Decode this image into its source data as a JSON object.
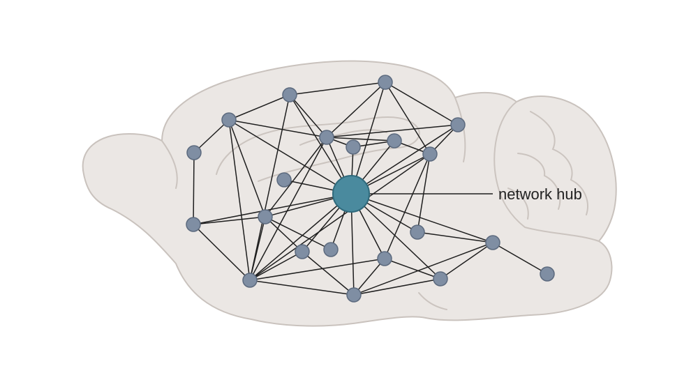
{
  "colors": {
    "brain_fill": "#ebe7e4",
    "brain_stroke": "#c9c2bd",
    "fold_stroke": "#cbc4bf",
    "edge": "#1e1e1e",
    "node_fill": "#7f8ea3",
    "node_stroke": "#5c6a7e",
    "hub_fill": "#4a8a9e",
    "hub_stroke": "#2f6a7c"
  },
  "hub_label": "network hub",
  "nodes": [
    {
      "id": "hub",
      "role": "hub"
    },
    {
      "id": "n1",
      "role": "node"
    },
    {
      "id": "n2",
      "role": "node"
    },
    {
      "id": "n3",
      "role": "node"
    },
    {
      "id": "n4",
      "role": "node"
    },
    {
      "id": "n5",
      "role": "node"
    },
    {
      "id": "n6",
      "role": "node"
    },
    {
      "id": "n7",
      "role": "node"
    },
    {
      "id": "n8",
      "role": "node"
    },
    {
      "id": "n9",
      "role": "node"
    },
    {
      "id": "n10",
      "role": "node"
    },
    {
      "id": "n11",
      "role": "node"
    },
    {
      "id": "n12",
      "role": "node"
    },
    {
      "id": "n13",
      "role": "node"
    },
    {
      "id": "n14",
      "role": "node"
    },
    {
      "id": "n15",
      "role": "node"
    },
    {
      "id": "n16",
      "role": "node"
    },
    {
      "id": "n17",
      "role": "node"
    },
    {
      "id": "n18",
      "role": "node"
    },
    {
      "id": "n19",
      "role": "node"
    },
    {
      "id": "n20",
      "role": "node"
    },
    {
      "id": "n21",
      "role": "node"
    }
  ],
  "edges": [
    [
      "hub",
      "n1"
    ],
    [
      "hub",
      "n2"
    ],
    [
      "hub",
      "n3"
    ],
    [
      "hub",
      "n4"
    ],
    [
      "hub",
      "n5"
    ],
    [
      "hub",
      "n6"
    ],
    [
      "hub",
      "n7"
    ],
    [
      "hub",
      "n8"
    ],
    [
      "hub",
      "n9"
    ],
    [
      "hub",
      "n11"
    ],
    [
      "hub",
      "n12"
    ],
    [
      "hub",
      "n13"
    ],
    [
      "hub",
      "n14"
    ],
    [
      "hub",
      "n15"
    ],
    [
      "hub",
      "n16"
    ],
    [
      "hub",
      "n17"
    ],
    [
      "hub",
      "n18"
    ],
    [
      "hub",
      "n19"
    ],
    [
      "hub",
      "n20"
    ],
    [
      "n1",
      "n2"
    ],
    [
      "n1",
      "n3"
    ],
    [
      "n1",
      "n7"
    ],
    [
      "n1",
      "n8"
    ],
    [
      "n2",
      "n5"
    ],
    [
      "n2",
      "n6"
    ],
    [
      "n3",
      "n4"
    ],
    [
      "n3",
      "n5"
    ],
    [
      "n3",
      "n8"
    ],
    [
      "n3",
      "n17"
    ],
    [
      "n4",
      "n6"
    ],
    [
      "n4",
      "n7"
    ],
    [
      "n5",
      "n6"
    ],
    [
      "n5",
      "n17"
    ],
    [
      "n5",
      "n12"
    ],
    [
      "n6",
      "n7"
    ],
    [
      "n6",
      "n12"
    ],
    [
      "n7",
      "n14"
    ],
    [
      "n7",
      "n13"
    ],
    [
      "n8",
      "n13"
    ],
    [
      "n8",
      "n11"
    ],
    [
      "n10",
      "n11"
    ],
    [
      "n11",
      "n17"
    ],
    [
      "n11",
      "n16"
    ],
    [
      "n11",
      "n15"
    ],
    [
      "n11",
      "n18"
    ],
    [
      "n12",
      "n17"
    ],
    [
      "n12",
      "n15"
    ],
    [
      "n13",
      "n15"
    ],
    [
      "n13",
      "n16"
    ],
    [
      "n13",
      "n17"
    ],
    [
      "n15",
      "n19"
    ],
    [
      "n15",
      "n20"
    ],
    [
      "n15",
      "n16"
    ],
    [
      "n16",
      "n17"
    ],
    [
      "n14",
      "n19"
    ],
    [
      "n14",
      "n20"
    ],
    [
      "n19",
      "n20"
    ],
    [
      "n20",
      "n21"
    ]
  ]
}
